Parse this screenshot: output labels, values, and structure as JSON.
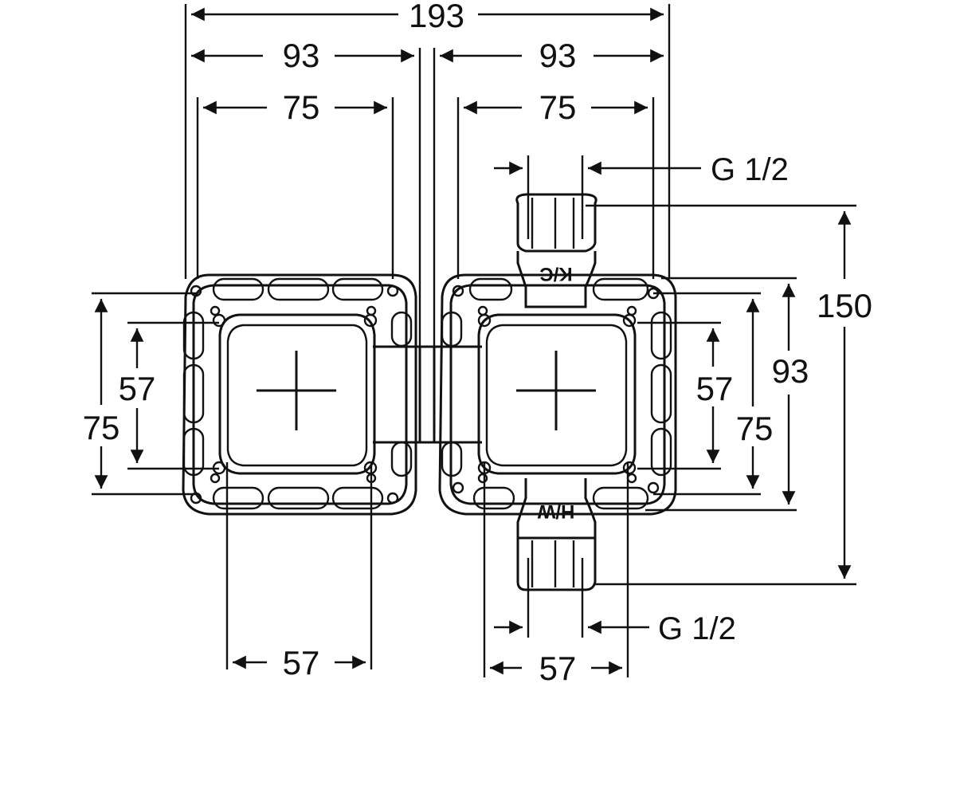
{
  "dimensions": {
    "overall_width": "193",
    "left_center_to_edge": "93",
    "right_center_to_edge": "93",
    "left_outer_75": "75",
    "right_outer_75": "75",
    "left_height_57": "57",
    "left_height_75": "75",
    "right_height_57": "57",
    "right_height_75": "75",
    "right_height_93": "93",
    "total_height": "150",
    "bottom_left_57": "57",
    "bottom_right_57": "57"
  },
  "connections": {
    "top_thread": "G 1/2",
    "bottom_thread": "G 1/2",
    "cold_mark": "K/C",
    "hot_mark": "H/W"
  }
}
